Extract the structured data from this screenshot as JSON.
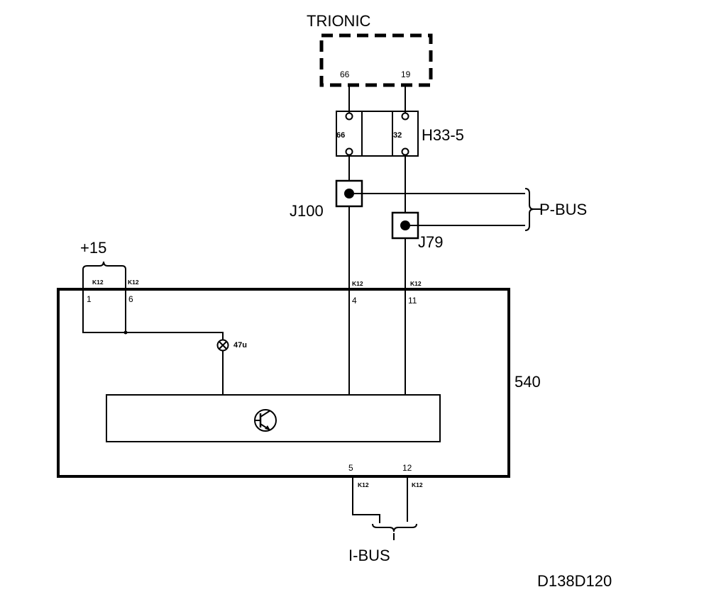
{
  "labels": {
    "trionic": "TRIONIC",
    "trionic_pin_66": "66",
    "trionic_pin_19": "19",
    "connector_h33": "H33-5",
    "h33_pin_left": "66",
    "h33_pin_right": "32",
    "splice_j100": "J100",
    "splice_j79": "J79",
    "p_bus": "P-BUS",
    "plus15": "+15",
    "module_540": "540",
    "bulb_value": "47u",
    "i_bus": "I-BUS",
    "diagram_code": "D138D120"
  },
  "pins": {
    "top": [
      {
        "number": "1",
        "connector": "K12"
      },
      {
        "number": "6",
        "connector": "K12"
      },
      {
        "number": "4",
        "connector": "K12"
      },
      {
        "number": "11",
        "connector": "K12"
      }
    ],
    "bottom": [
      {
        "number": "5",
        "connector": "K12"
      },
      {
        "number": "12",
        "connector": "K12"
      }
    ]
  }
}
